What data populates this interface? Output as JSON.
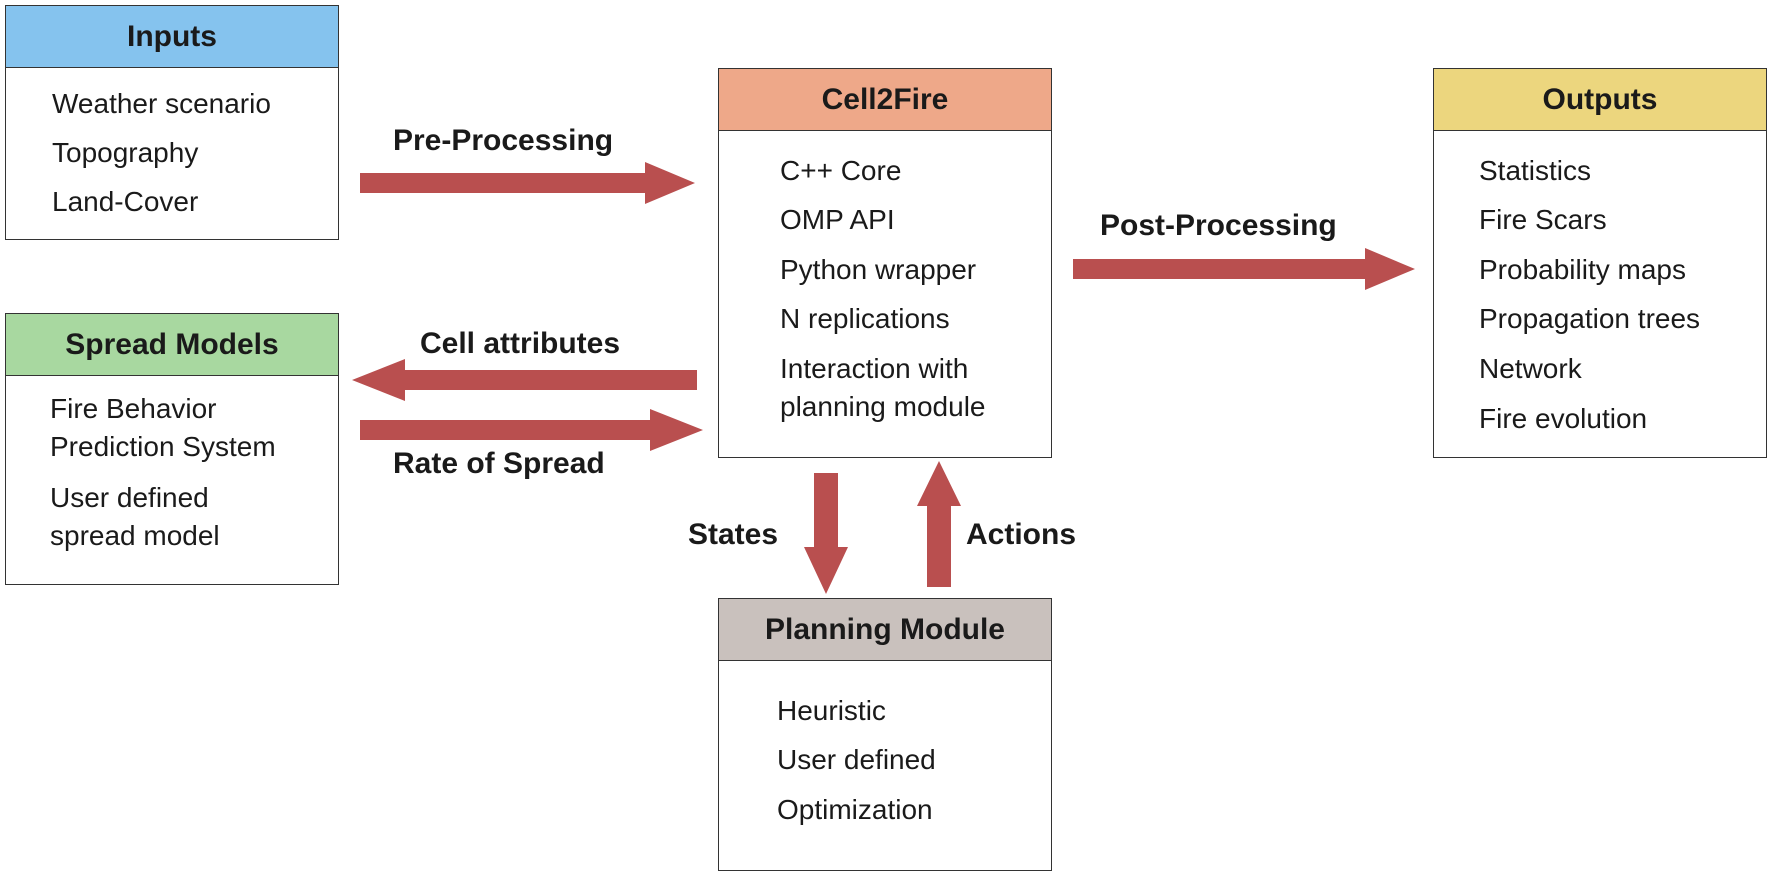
{
  "colors": {
    "inputs_header": "#85c3ee",
    "spread_header": "#a8d8a0",
    "core_header": "#eea889",
    "outputs_header": "#ecd67e",
    "planning_header": "#c9c1bd",
    "arrow": "#b94f4f"
  },
  "boxes": {
    "inputs": {
      "title": "Inputs",
      "items": [
        "Weather scenario",
        "Topography",
        "Land-Cover"
      ]
    },
    "spread_models": {
      "title": "Spread Models",
      "items": [
        "Fire Behavior",
        "Prediction System",
        "User defined",
        "spread model"
      ]
    },
    "cell2fire": {
      "title": "Cell2Fire",
      "items": [
        "C++ Core",
        "OMP API",
        "Python wrapper",
        "N replications",
        "Interaction with",
        "planning module"
      ]
    },
    "outputs": {
      "title": "Outputs",
      "items": [
        "Statistics",
        "Fire Scars",
        "Probability maps",
        "Propagation trees",
        "Network",
        "Fire evolution"
      ]
    },
    "planning_module": {
      "title": "Planning Module",
      "items": [
        "Heuristic",
        "User defined",
        "Optimization"
      ]
    }
  },
  "arrows": {
    "pre_processing": "Pre-Processing",
    "post_processing": "Post-Processing",
    "cell_attributes": "Cell attributes",
    "rate_of_spread": "Rate of Spread",
    "states": "States",
    "actions": "Actions"
  }
}
